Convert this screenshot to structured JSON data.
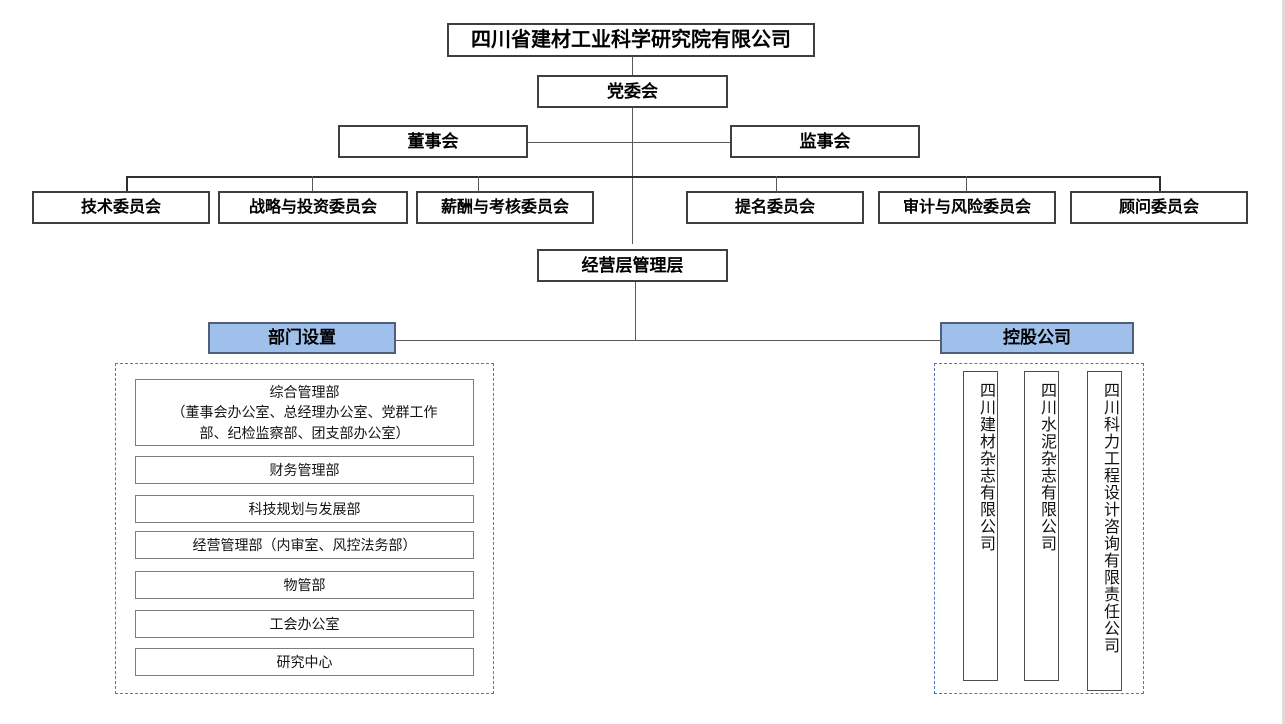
{
  "chart_meta": {
    "type": "org-chart",
    "title": "四川省建材工业科学研究院有限公司 组织结构图",
    "accent_blue": "#9fc0ea",
    "dashed_border_color": "#4a7ebb",
    "box_border_color": "#808080",
    "connector_color": "#5a5a5a"
  },
  "root": {
    "label": "四川省建材工业科学研究院有限公司"
  },
  "party": {
    "label": "党委会"
  },
  "governance": [
    {
      "label": "董事会"
    },
    {
      "label": "监事会"
    }
  ],
  "committees": [
    {
      "label": "技术委员会"
    },
    {
      "label": "战略与投资委员会"
    },
    {
      "label": "薪酬与考核委员会"
    },
    {
      "label": "提名委员会"
    },
    {
      "label": "审计与风险委员会"
    },
    {
      "label": "顾问委员会"
    }
  ],
  "management": {
    "label": "经营层管理层"
  },
  "groups": {
    "departments_header": "部门设置",
    "subsidiaries_header": "控股公司"
  },
  "departments": [
    {
      "label": "综合管理部\n（董事会办公室、总经理办公室、党群工作\n部、纪检监察部、团支部办公室）"
    },
    {
      "label": "财务管理部"
    },
    {
      "label": "科技规划与发展部"
    },
    {
      "label": "经营管理部（内审室、风控法务部）"
    },
    {
      "label": "物管部"
    },
    {
      "label": "工会办公室"
    },
    {
      "label": "研究中心"
    }
  ],
  "subsidiaries": [
    {
      "label": "四川建材杂志有限公司"
    },
    {
      "label": "四川水泥杂志有限公司"
    },
    {
      "label": "四川科力工程设计咨询有限责任公司"
    }
  ]
}
